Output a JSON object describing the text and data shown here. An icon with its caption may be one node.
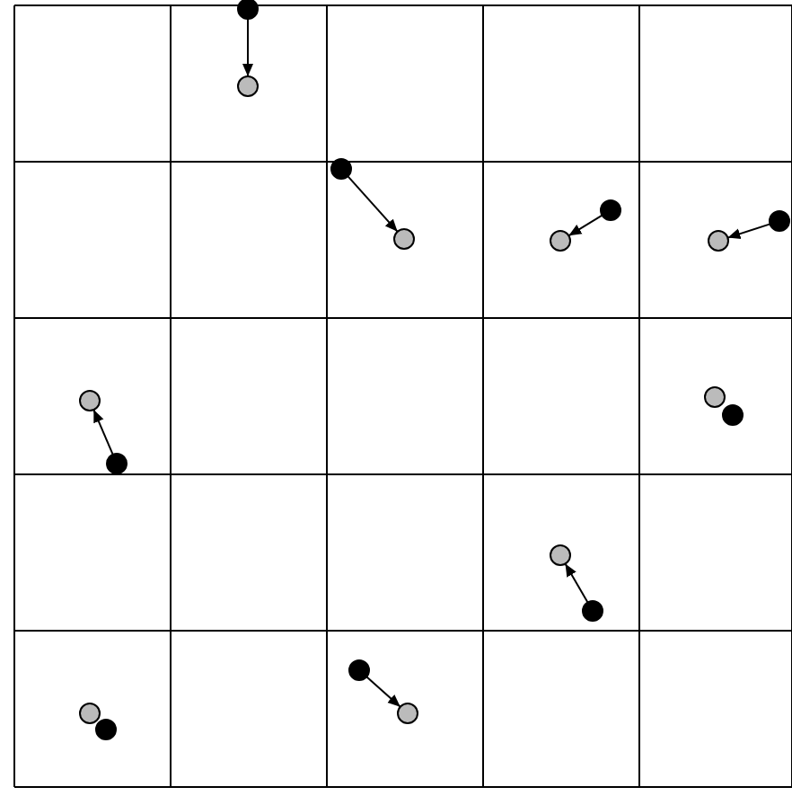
{
  "diagram": {
    "nodes": [
      {
        "text": [],
        "shape": "circle"
      },
      {
        "text": [],
        "shape": "circle"
      },
      {
        "text": [],
        "shape": "circle"
      },
      {
        "text": [],
        "shape": "circle"
      },
      {
        "text": [],
        "shape": "circle"
      },
      {
        "text": [],
        "shape": "circle"
      },
      {
        "text": [],
        "shape": "circle"
      },
      {
        "text": [],
        "shape": "circle"
      },
      {
        "text": [],
        "shape": "circle"
      },
      {
        "text": [],
        "shape": "circle"
      },
      {
        "text": [],
        "shape": "circle"
      },
      {
        "text": [],
        "shape": "circle"
      },
      {
        "text": [],
        "shape": "circle"
      },
      {
        "text": [],
        "shape": "circle"
      },
      {
        "text": [],
        "shape": "circle"
      },
      {
        "text": [],
        "shape": "circle"
      },
      {
        "text": [],
        "shape": "circle"
      },
      {
        "text": [],
        "shape": "circle"
      }
    ],
    "edges": [
      {
        "from": 0,
        "to": 1,
        "arrow": "to"
      },
      {
        "from": 2,
        "to": 5,
        "arrow": "to"
      },
      {
        "from": 3,
        "to": 6,
        "arrow": "to"
      },
      {
        "from": 4,
        "to": 7,
        "arrow": "to"
      },
      {
        "from": 11,
        "to": 9,
        "arrow": "to"
      },
      {
        "from": 13,
        "to": 12,
        "arrow": "to"
      },
      {
        "from": 14,
        "to": 16,
        "arrow": "to"
      }
    ]
  }
}
